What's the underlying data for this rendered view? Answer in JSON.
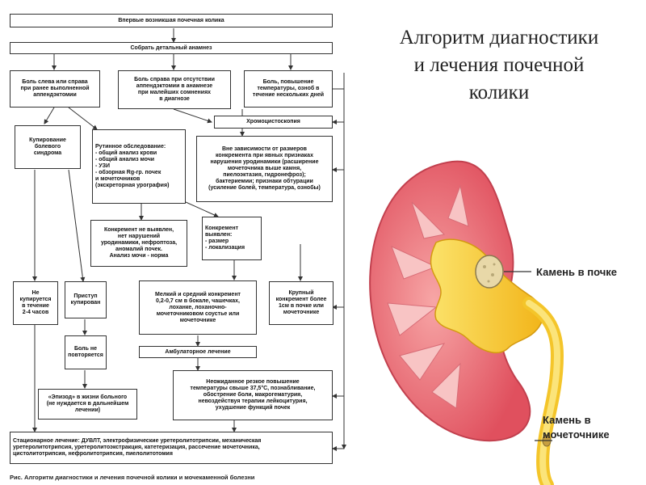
{
  "title": "Алгоритм диагностики\nи лечения почечной\nколики",
  "caption": "Рис. Алгоритм диагностики и лечения почечной колики и мочекаменной болезни",
  "kidney_labels": {
    "stone_kidney": "Камень в почке",
    "stone_ureter_1": "Камень в",
    "stone_ureter_2": "мочеточнике"
  },
  "colors": {
    "cortex": "#e85a6a",
    "medulla": "#f4b6b6",
    "pelvis": "#f6c21a",
    "urine": "#fbe26a"
  },
  "nodes": {
    "n1": "Впервые возникшая почечная колика",
    "n2": "Собрать детальный анамнез",
    "n3": "Боль слева или справа\nпри ранее выполненной\nаппендэктомии",
    "n4": "Боль справа при отсутствии\nаппендэктомии в анамнезе\nпри малейших сомнениях\nв диагнозе",
    "n5": "Боль, повышение\nтемпературы, озноб в\nтечение нескольких дней",
    "n6": "Хромоцистоскопия",
    "n7": "Купирование\nболевого\nсиндрома",
    "n8": "Рутинное обследование:\n- общий анализ крови\n- общий анализ мочи\n- УЗИ\n- обзорная Rg-гр. почек\nи мочеточников\n(экскреторная урография)",
    "n9": "Вне зависимости от размеров\nконкремента при явных признаках\nнарушения уродинамики (расширение\nмочеточника выше камня,\nпиелоэктазия, гидронефроз);\nбактериемии; признаки обтурации\n(усиление болей, температура, ознобы)",
    "n10": "Конкремент не выявлен,\nнет нарушений\nуродинамики, нефроптоза,\nаномалий почек.\nАнализ мочи - норма",
    "n11": "Конкремент\nвыявлен:\n- размер\n- локализация",
    "n12": "Не\nкупируется\nв течение\n2-4 часов",
    "n13": "Приступ\nкупирован",
    "n14": "Мелкий и средний конкремент\n0,2-0,7 см в бокале, чашечках,\nлоханке, лоханочно-\nмочеточниковом соустье или\nмочеточнике",
    "n15": "Крупный\nконкремент более\n1см в почке или\nмочеточнике",
    "n16": "Боль не\nповторяется",
    "n17": "Амбулаторное лечение",
    "n18": "«Эпизод» в жизни больного\n(не нуждается в дальнейшем\nлечении)",
    "n19": "Неожиданное резкое повышение\nтемпературы свыше 37,5°С, познабливание,\nобострение боли, макрогематурия,\nневоздействуя терапии лейкоцитурия,\nухудшение функций почек",
    "n20": "Стационарное лечение: ДУВЛТ, электрофизические уретеролитотрипсии, механическая\nуретеролитотрипсия, уретеролитоэкстракция, катетеризация, рассечение мочеточника,\nцистолитотрипсия, нефролитотрипсия, пиелолитотомия"
  }
}
